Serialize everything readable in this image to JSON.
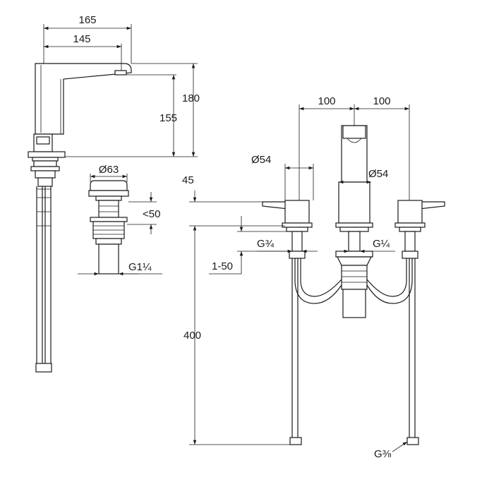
{
  "drawing": {
    "spout": {
      "dim_reach_total": "165",
      "dim_reach_outlet": "145",
      "dim_height_total": "180",
      "dim_height_outlet": "155"
    },
    "waste": {
      "dim_diameter": "Ø63",
      "dim_stroke": "<50",
      "dim_thread": "G1¼"
    },
    "three_hole": {
      "dim_spacing_left": "100",
      "dim_spacing_right": "100",
      "dim_handle_dia": "Ø54",
      "dim_spout_dia": "Ø54",
      "dim_handle_height": "45",
      "dim_deck_thickness": "1-50",
      "dim_hose_length": "400",
      "dim_thread_valve": "G¾",
      "dim_thread_pop": "G¼",
      "dim_thread_hose": "G⅜"
    }
  }
}
